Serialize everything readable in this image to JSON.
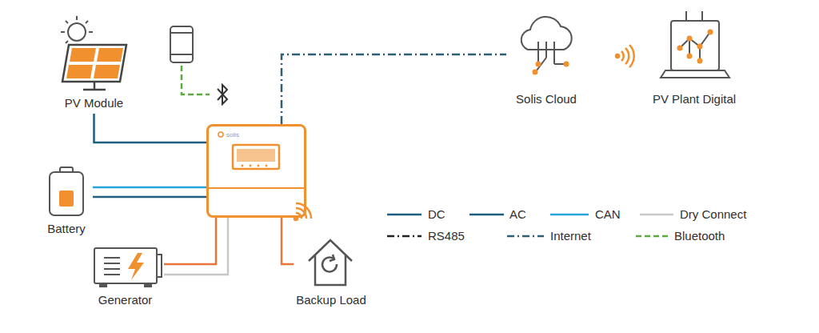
{
  "diagram": {
    "nodes": [
      {
        "text": [
          "PV Module"
        ]
      },
      {
        "text": [
          "Solis Cloud"
        ]
      },
      {
        "text": [
          "PV Plant Digital"
        ]
      },
      {
        "text": [
          "solis"
        ]
      },
      {
        "text": [
          "Battery"
        ]
      },
      {
        "text": [
          "Generator"
        ]
      },
      {
        "text": [
          "Backup Load"
        ]
      }
    ],
    "edges": [
      {
        "from": 0,
        "to": 3,
        "arrow": "none"
      },
      {
        "from": 3,
        "to": 1,
        "arrow": "none"
      },
      {
        "from": 4,
        "to": 3,
        "arrow": "none"
      },
      {
        "from": 4,
        "to": 3,
        "arrow": "none"
      },
      {
        "from": 5,
        "to": 3,
        "arrow": "none"
      },
      {
        "from": 5,
        "to": 3,
        "arrow": "none"
      },
      {
        "from": 3,
        "to": 6,
        "arrow": "none"
      }
    ],
    "legend": [
      {
        "text": "DC"
      },
      {
        "text": "AC"
      },
      {
        "text": "CAN"
      },
      {
        "text": "Dry Connect"
      },
      {
        "text": "RS485"
      },
      {
        "text": "Internet"
      },
      {
        "text": "Bluetooth"
      }
    ]
  }
}
